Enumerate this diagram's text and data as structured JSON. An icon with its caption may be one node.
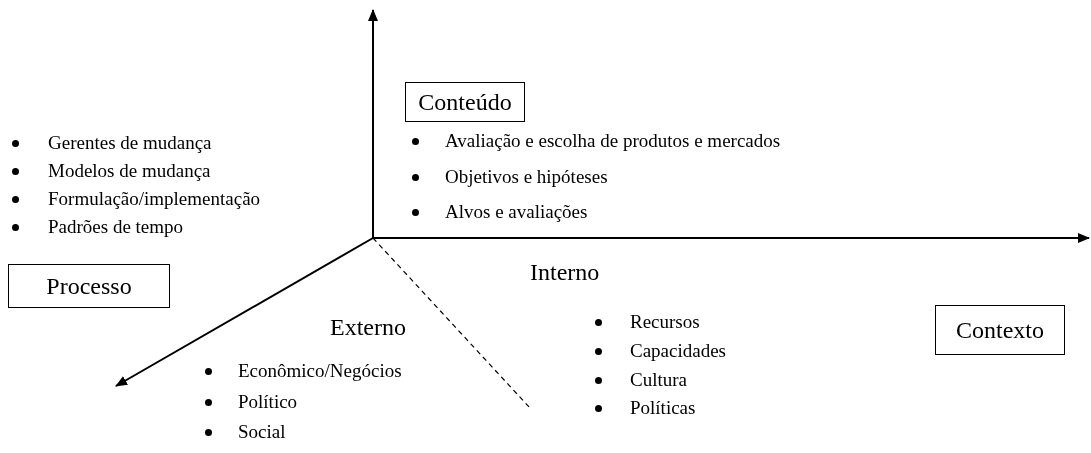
{
  "diagram": {
    "nodes": [
      {
        "text": [
          "Conteúdo"
        ]
      },
      {
        "text": [
          "Processo"
        ]
      },
      {
        "text": [
          "Contexto"
        ]
      }
    ],
    "labels": [
      "Gerentes de mudança",
      "Modelos de mudança",
      "Formulação/implementação",
      "Padrões de tempo",
      "Avaliação e escolha de produtos e mercados",
      "Objetivos e hipóteses",
      "Alvos e avaliações",
      "Interno",
      "Recursos",
      "Capacidades",
      "Cultura",
      "Políticas",
      "Externo",
      "Econômico/Negócios",
      "Político",
      "Social"
    ]
  }
}
